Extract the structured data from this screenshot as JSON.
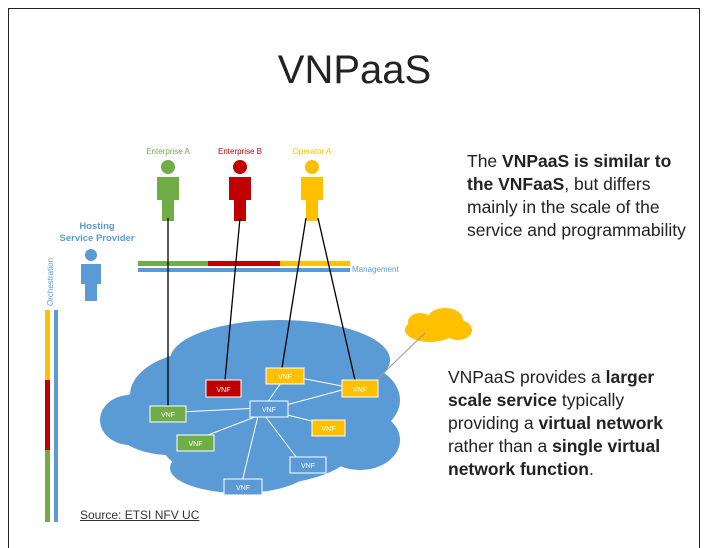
{
  "slide": {
    "title": "VNPaaS",
    "paragraph1": [
      {
        "text": "The ",
        "bold": false
      },
      {
        "text": "VNPaaS is similar to the VNFaaS",
        "bold": true
      },
      {
        "text": ", but differs mainly in the scale of the service and programmability",
        "bold": false
      }
    ],
    "paragraph2": [
      {
        "text": "VNPaaS provides a ",
        "bold": false
      },
      {
        "text": "larger scale service",
        "bold": true
      },
      {
        "text": " typically providing a ",
        "bold": false
      },
      {
        "text": "virtual network",
        "bold": true
      },
      {
        "text": " rather than a ",
        "bold": false
      },
      {
        "text": "single virtual network function",
        "bold": true
      },
      {
        "text": ".",
        "bold": false
      }
    ],
    "source": "Source: ETSI NFV UC"
  },
  "diagram": {
    "actors": {
      "enterprise_a": {
        "label": "Enterprise A",
        "color": "#70ad47"
      },
      "enterprise_b": {
        "label": "Enterprise B",
        "color": "#c00000"
      },
      "operator_a": {
        "label": "Operator A",
        "color": "#ffc000"
      },
      "hosting": {
        "label_line1": "Hosting",
        "label_line2": "Service Provider",
        "color": "#5b9bd5"
      }
    },
    "management_label": "Management",
    "orchestration_label": "Orchestration",
    "vnf_label": "VNF",
    "colors": {
      "cloud": "#5b9bd5",
      "green": "#70ad47",
      "red": "#c00000",
      "yellow": "#ffc000",
      "blue": "#5b9bd5",
      "link": "#ffffff"
    }
  }
}
